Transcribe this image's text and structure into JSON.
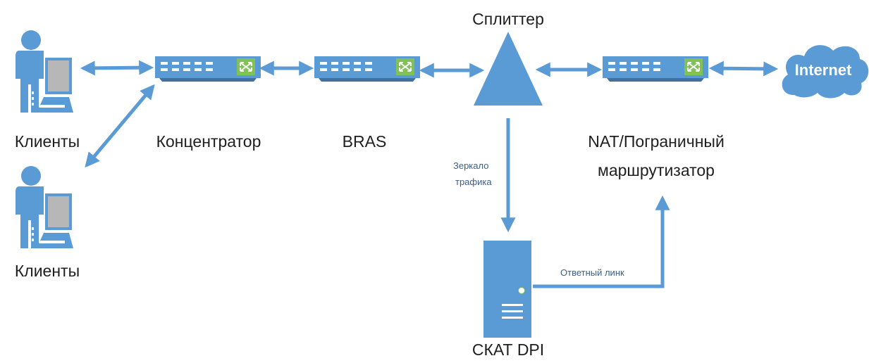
{
  "labels": {
    "clients_top": "Клиенты",
    "clients_bottom": "Клиенты",
    "concentrator": "Концентратор",
    "bras": "BRAS",
    "splitter": "Сплиттер",
    "nat_line1": "NAT/Пограничный",
    "nat_line2": "маршрутизатор",
    "mirror_line1": "Зеркало",
    "mirror_line2": "трафика",
    "dpi": "СКАТ DPI",
    "return_link": "Ответный линк",
    "internet": "Internet"
  },
  "colors": {
    "primary": "#5b9bd5",
    "dark": "#41719c",
    "light": "#ffffff",
    "accent": "#7ec353",
    "screen": "#b7b7b7"
  },
  "icons": {
    "client": "person-at-computer-icon",
    "switch": "network-switch-icon",
    "splitter": "triangle-splitter-icon",
    "server": "tower-server-icon",
    "cloud": "cloud-icon"
  }
}
